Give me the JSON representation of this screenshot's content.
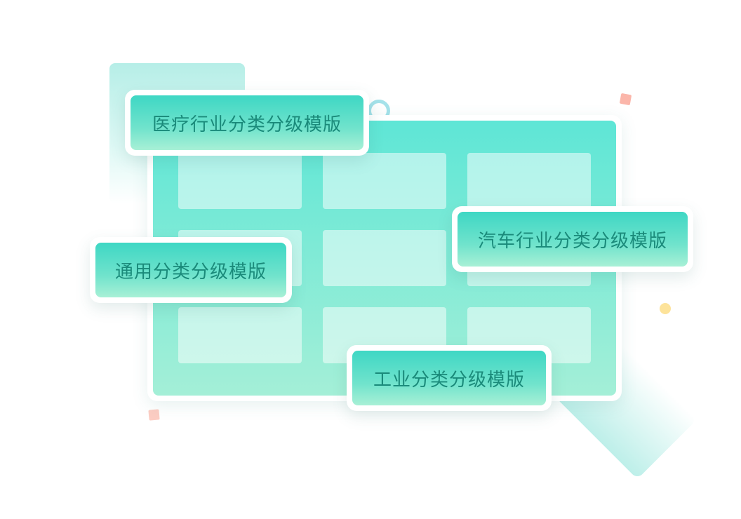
{
  "labels": {
    "medical": "医疗行业分类分级模版",
    "general": "通用分类分级模版",
    "auto": "汽车行业分类分级模版",
    "industrial": "工业分类分级模版"
  },
  "colors": {
    "accent": "#3ed7c4",
    "text": "#1a8a7a",
    "pink": "#fbb9ad",
    "yellow": "#fde39a"
  }
}
